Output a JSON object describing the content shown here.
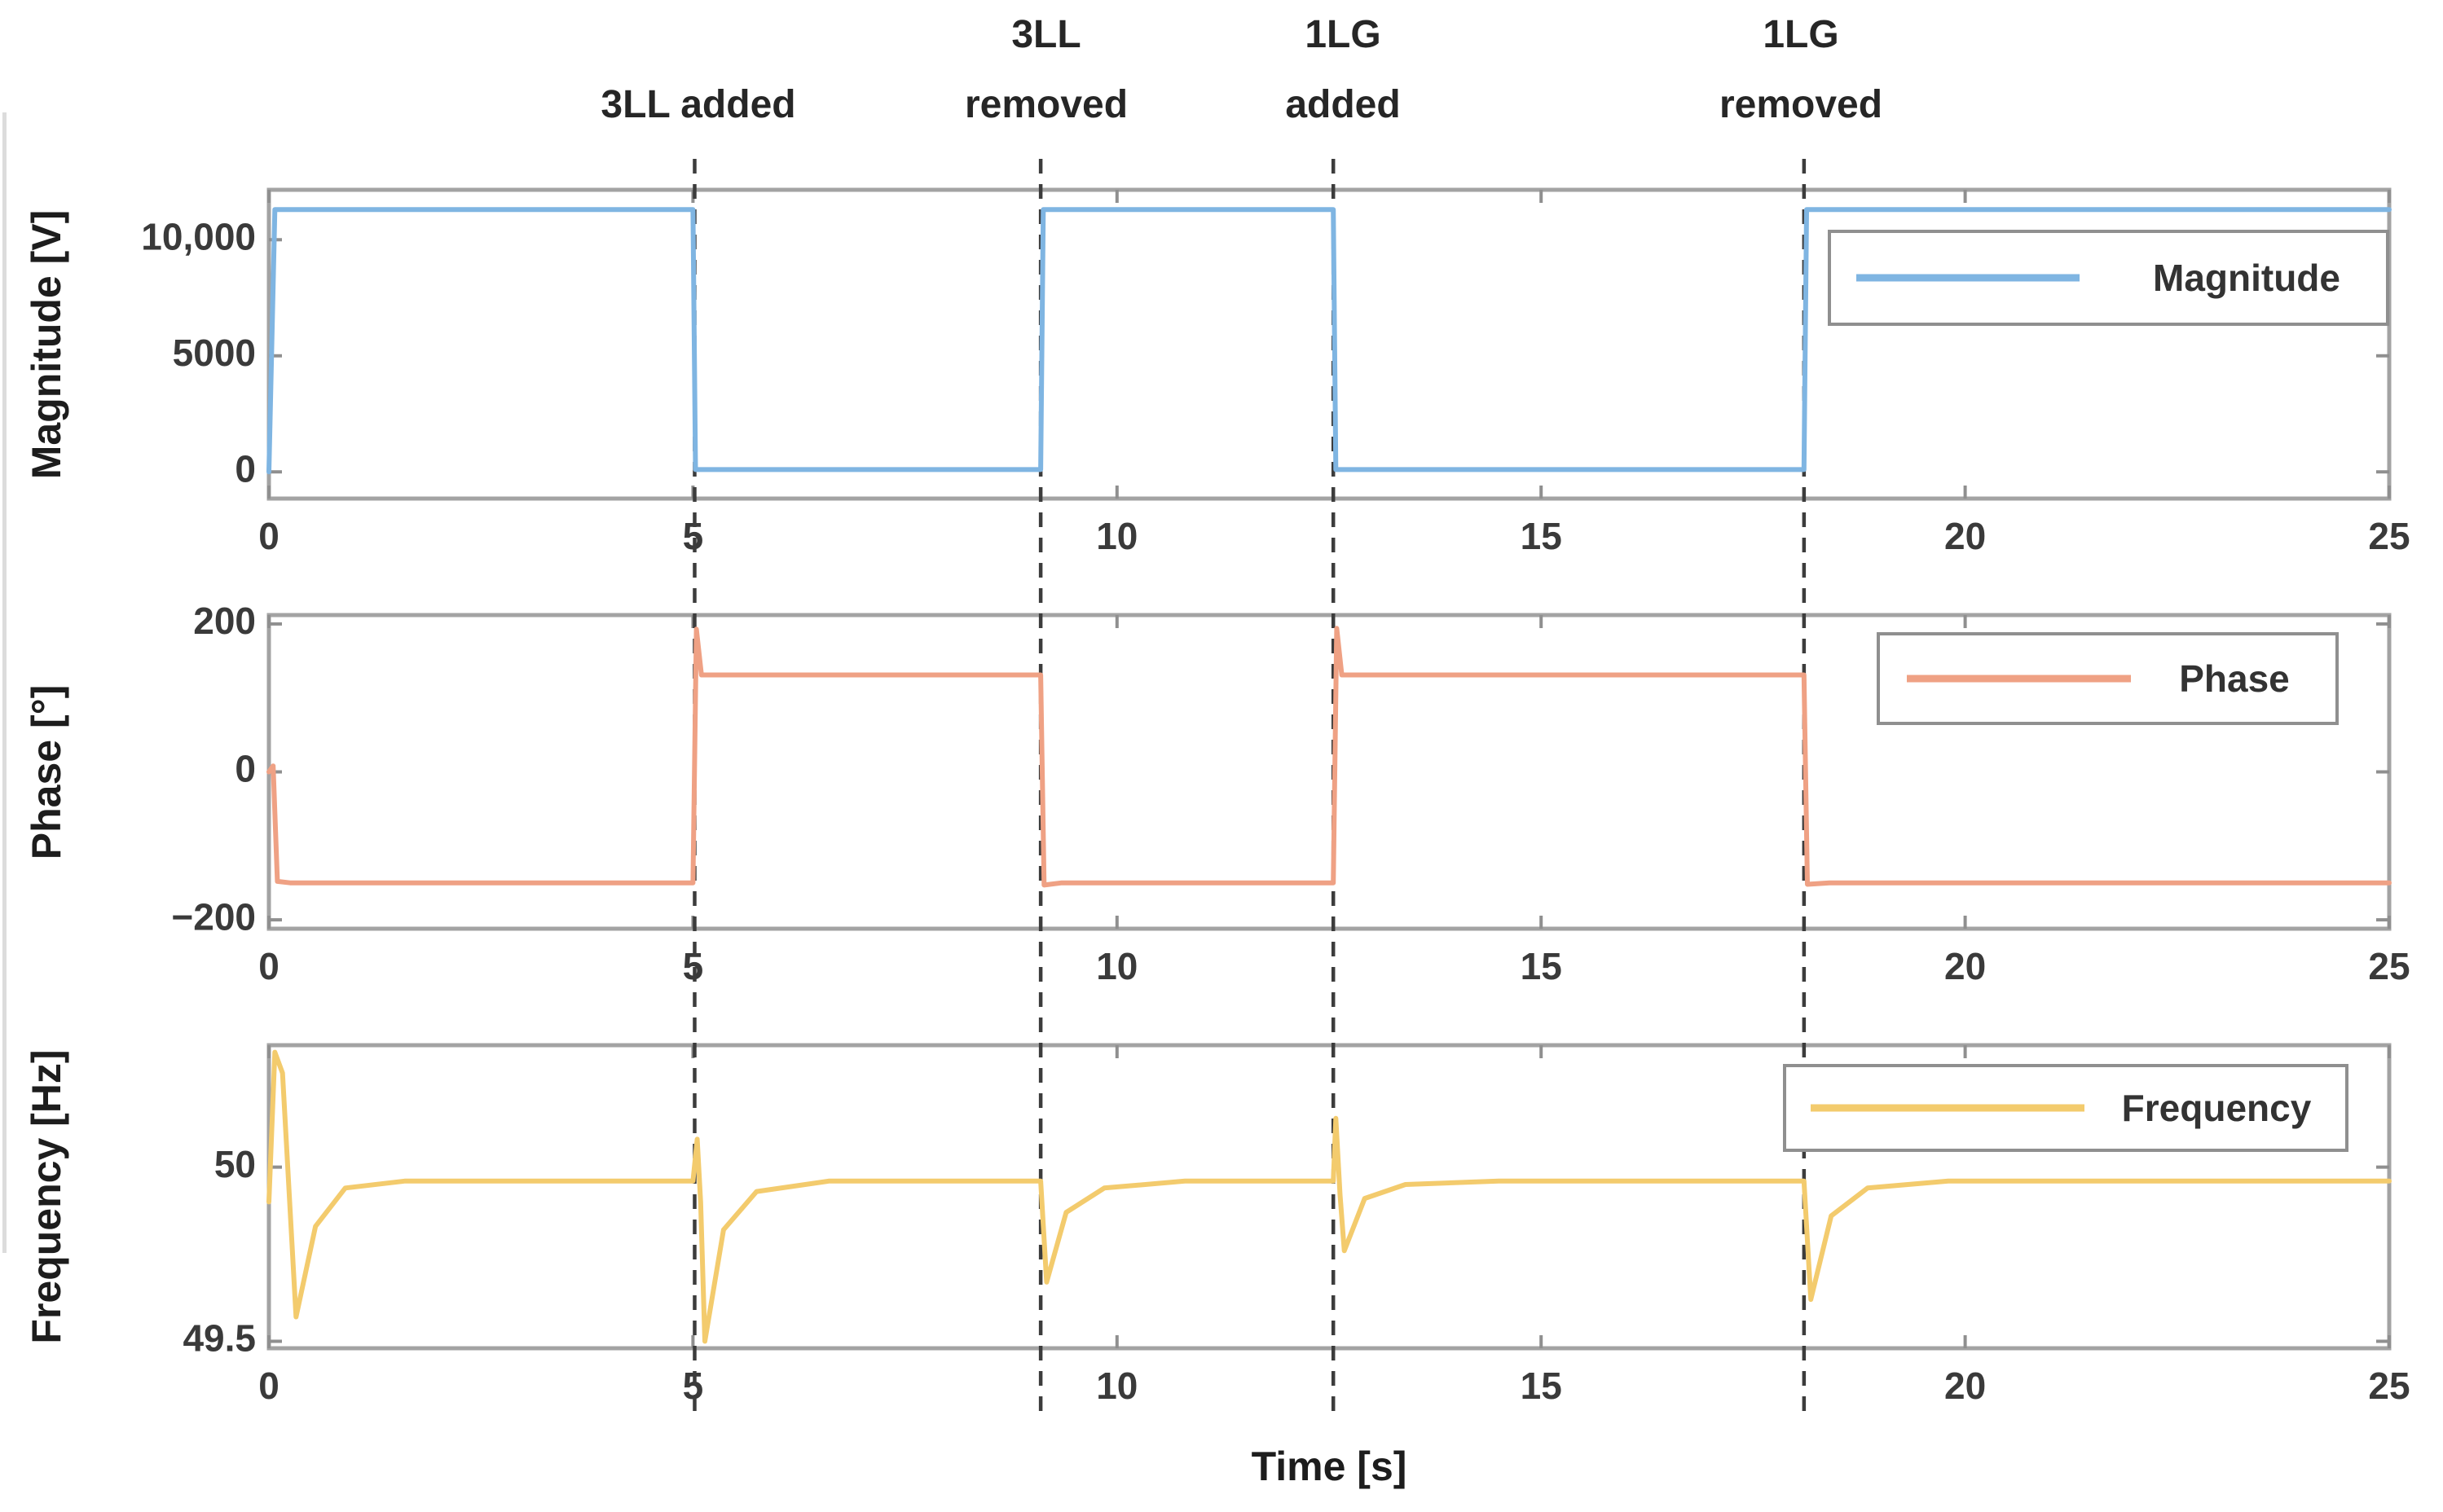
{
  "figure": {
    "xlabel": "Time [s]",
    "xlim": [
      0,
      25
    ],
    "xticks": [
      0,
      5,
      10,
      15,
      20,
      25
    ],
    "xtick_labels": [
      "0",
      "5",
      "10",
      "15",
      "20",
      "25"
    ],
    "background_color": "#ffffff",
    "axis_color": "#a3a3a3",
    "tick_color": "#8f8f8f",
    "tick_label_color": "#3a3a3a",
    "event_line_color": "#3c3c3c"
  },
  "events": [
    {
      "name": "3LL-added",
      "t": 5.02,
      "label_lines": [
        "3LL added"
      ]
    },
    {
      "name": "3LL-removed",
      "t": 9.1,
      "label_lines": [
        "3LL",
        "removed"
      ]
    },
    {
      "name": "1LG-added",
      "t": 12.55,
      "label_lines": [
        "1LG",
        "added"
      ]
    },
    {
      "name": "1LG-removed",
      "t": 18.1,
      "label_lines": [
        "1LG",
        "removed"
      ]
    }
  ],
  "chart_data": [
    {
      "id": "magnitude",
      "type": "line",
      "ylabel": "Magnitude [V]",
      "legend_label": "Magnitude",
      "legend_position": "upper-right",
      "line_color": "#7fb5e2",
      "ylim": [
        -1150,
        12150
      ],
      "yticks": [
        0,
        5000,
        10000
      ],
      "ytick_labels": [
        "0",
        "5000",
        "10,000"
      ],
      "points": [
        [
          0,
          0
        ],
        [
          0.07,
          11300
        ],
        [
          5.0,
          11300
        ],
        [
          5.03,
          100
        ],
        [
          9.1,
          100
        ],
        [
          9.13,
          11300
        ],
        [
          12.55,
          11300
        ],
        [
          12.58,
          100
        ],
        [
          18.1,
          100
        ],
        [
          18.13,
          11300
        ],
        [
          25,
          11300
        ]
      ]
    },
    {
      "id": "phase",
      "type": "line",
      "ylabel": "Phase [°]",
      "legend_label": "Phase",
      "legend_position": "upper-right",
      "line_color": "#efa184",
      "ylim": [
        -212,
        212
      ],
      "yticks": [
        -200,
        0,
        200
      ],
      "ytick_labels": [
        "−200",
        "0",
        "200"
      ],
      "points": [
        [
          0,
          0
        ],
        [
          0.05,
          8
        ],
        [
          0.1,
          -148
        ],
        [
          0.25,
          -150
        ],
        [
          5.0,
          -150
        ],
        [
          5.04,
          193
        ],
        [
          5.1,
          131
        ],
        [
          9.1,
          131
        ],
        [
          9.14,
          -153
        ],
        [
          9.35,
          -150
        ],
        [
          12.55,
          -150
        ],
        [
          12.59,
          194
        ],
        [
          12.65,
          131
        ],
        [
          18.1,
          131
        ],
        [
          18.14,
          -152
        ],
        [
          18.4,
          -150
        ],
        [
          25,
          -150
        ]
      ]
    },
    {
      "id": "frequency",
      "type": "line",
      "ylabel": "Frequency [Hz]",
      "legend_label": "Frequency",
      "legend_position": "upper-right",
      "line_color": "#f3cb6d",
      "ylim": [
        49.48,
        50.35
      ],
      "yticks": [
        49.5,
        50
      ],
      "ytick_labels": [
        "49.5",
        "50"
      ],
      "points": [
        [
          0,
          49.9
        ],
        [
          0.07,
          50.33
        ],
        [
          0.16,
          50.27
        ],
        [
          0.32,
          49.57
        ],
        [
          0.55,
          49.83
        ],
        [
          0.9,
          49.94
        ],
        [
          1.6,
          49.96
        ],
        [
          5,
          49.96
        ],
        [
          5.05,
          50.08
        ],
        [
          5.09,
          49.9
        ],
        [
          5.14,
          49.5
        ],
        [
          5.36,
          49.82
        ],
        [
          5.75,
          49.93
        ],
        [
          6.6,
          49.96
        ],
        [
          9.1,
          49.96
        ],
        [
          9.17,
          49.67
        ],
        [
          9.4,
          49.87
        ],
        [
          9.85,
          49.94
        ],
        [
          10.8,
          49.96
        ],
        [
          12.55,
          49.96
        ],
        [
          12.58,
          50.14
        ],
        [
          12.63,
          49.92
        ],
        [
          12.68,
          49.76
        ],
        [
          12.92,
          49.91
        ],
        [
          13.4,
          49.95
        ],
        [
          14.5,
          49.96
        ],
        [
          18.1,
          49.96
        ],
        [
          18.18,
          49.62
        ],
        [
          18.42,
          49.86
        ],
        [
          18.85,
          49.94
        ],
        [
          19.8,
          49.96
        ],
        [
          25,
          49.96
        ]
      ]
    }
  ]
}
